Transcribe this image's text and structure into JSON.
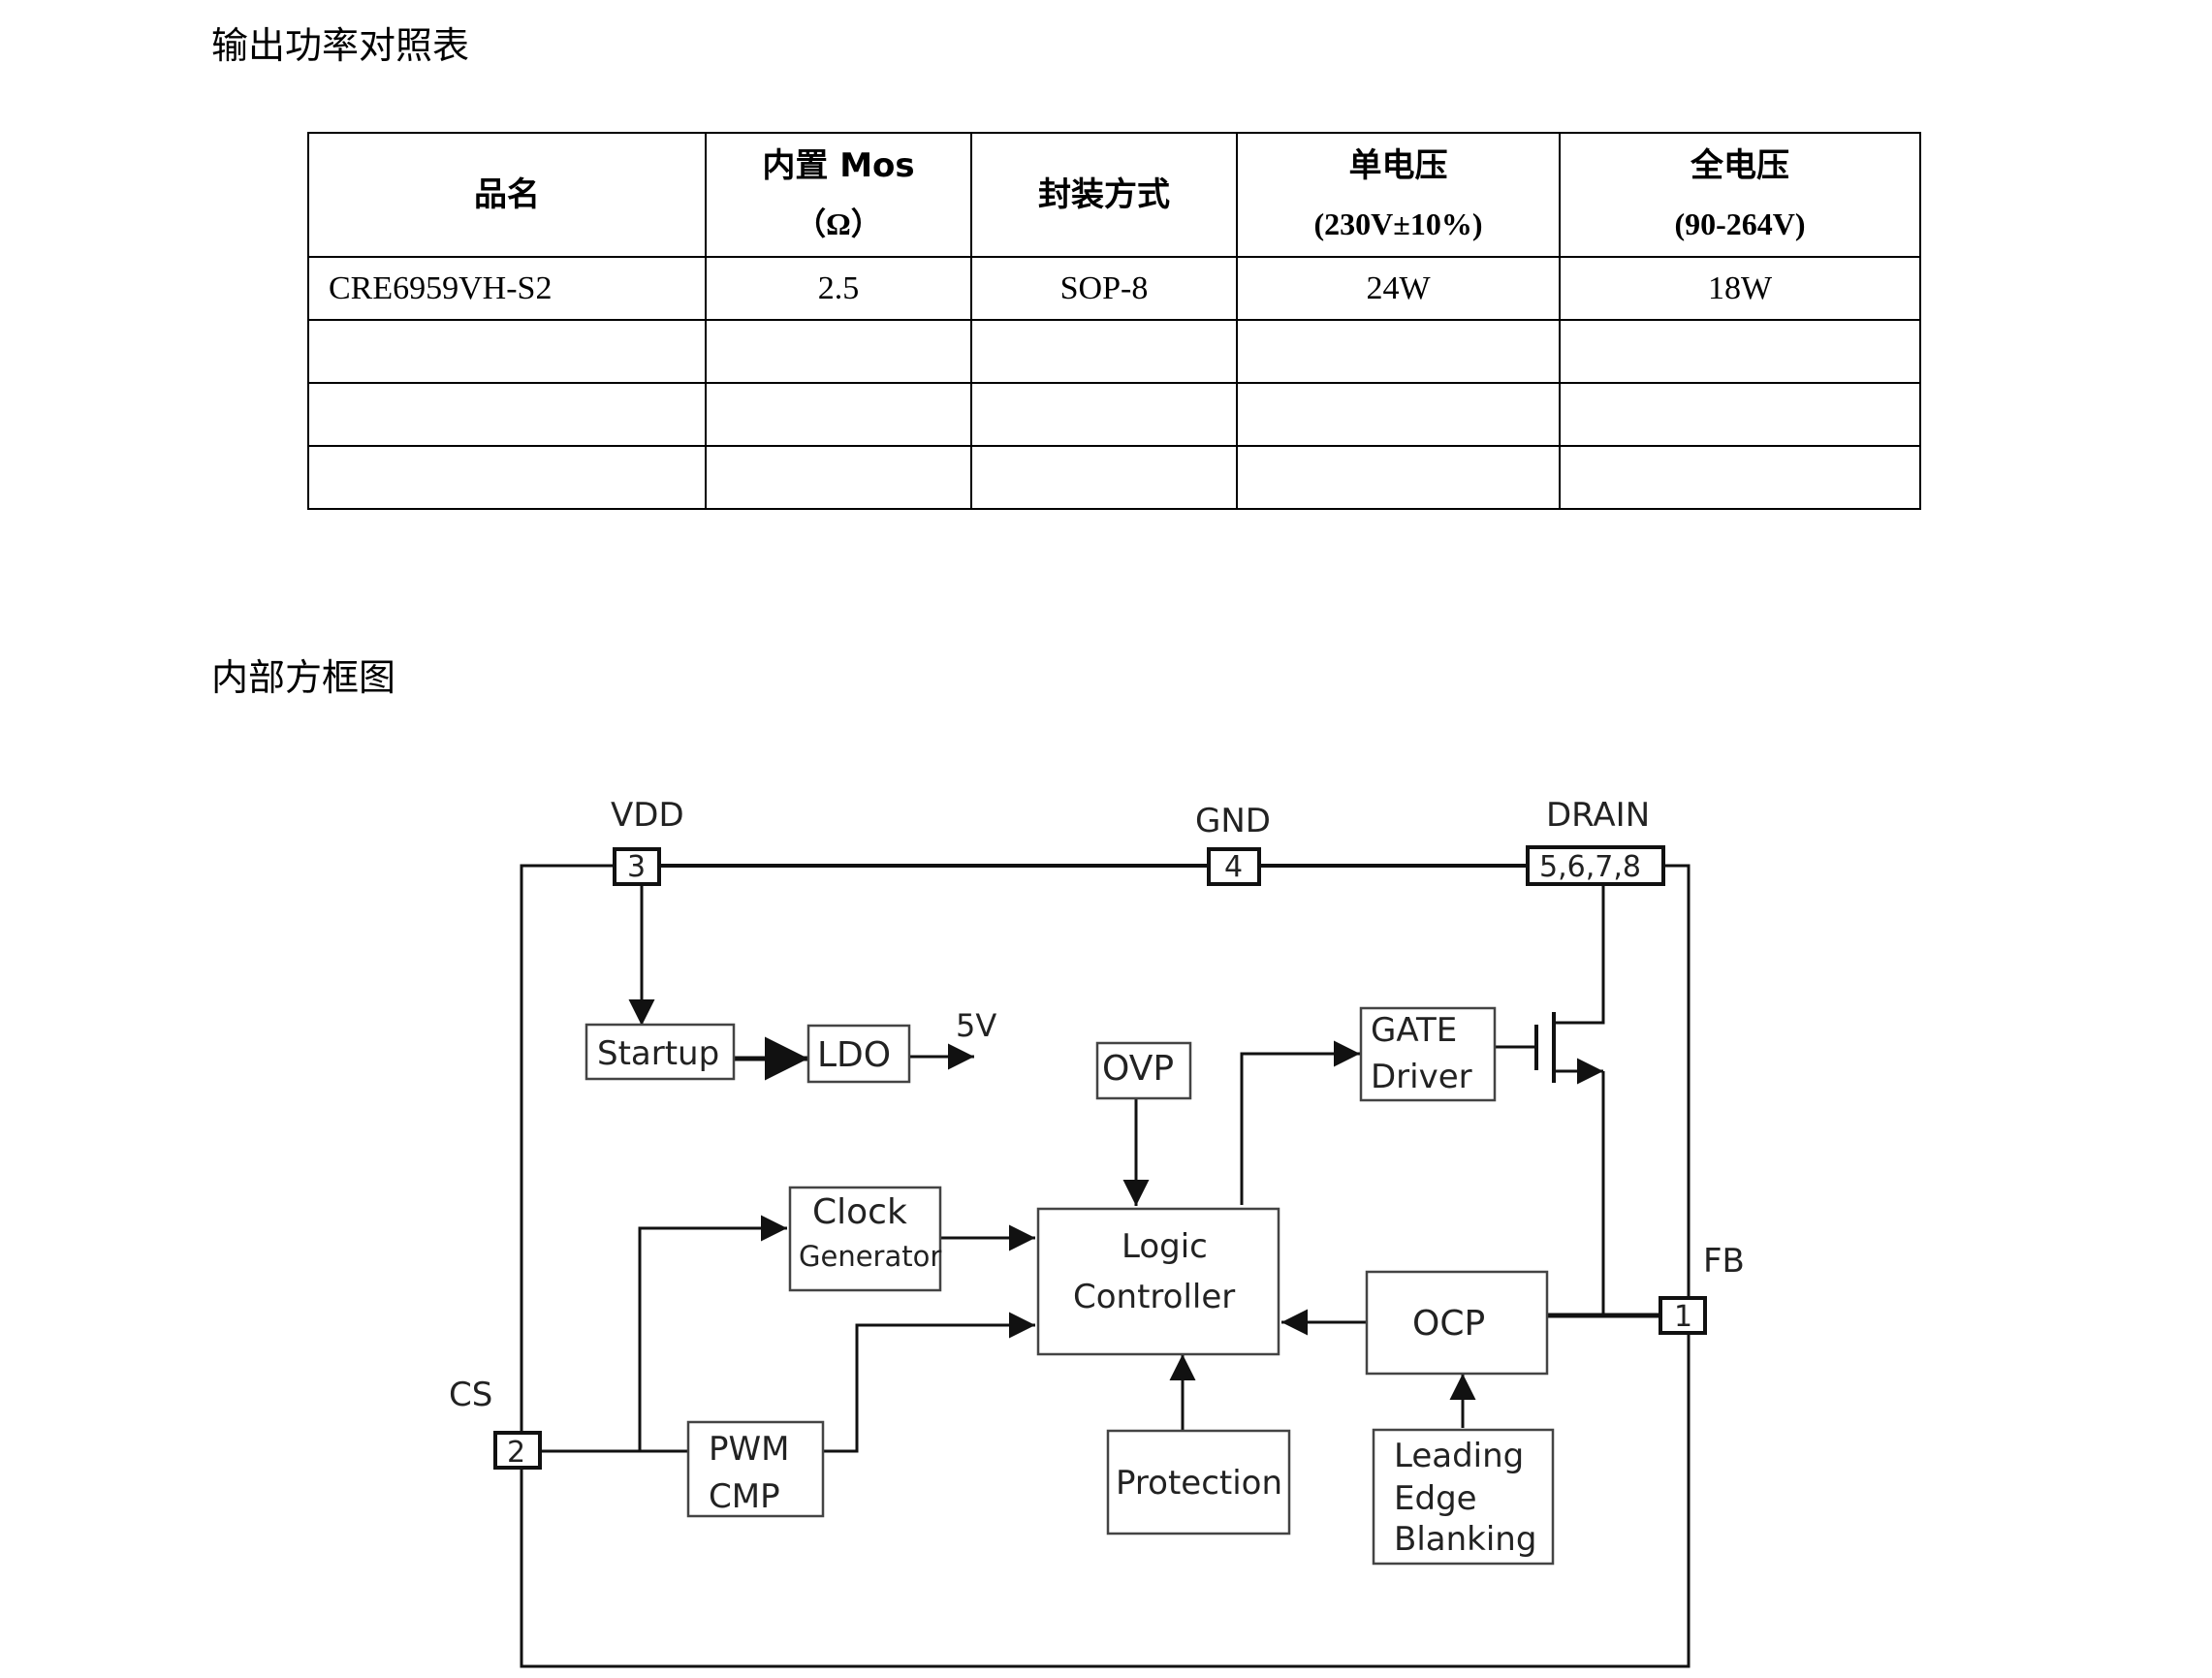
{
  "section1_title": "输出功率对照表",
  "section2_title": "内部方框图",
  "table": {
    "headers": [
      {
        "line1": "品名",
        "line2": ""
      },
      {
        "line1": "内置 Mos",
        "line2": "（Ω）"
      },
      {
        "line1": "封装方式",
        "line2": ""
      },
      {
        "line1": "单电压",
        "line2": "(230V±10%)"
      },
      {
        "line1": "全电压",
        "line2": "(90-264V)"
      }
    ],
    "rows": [
      [
        "CRE6959VH-S2",
        "2.5",
        "SOP-8",
        "24W",
        "18W"
      ],
      [
        "",
        "",
        "",
        "",
        ""
      ],
      [
        "",
        "",
        "",
        "",
        ""
      ],
      [
        "",
        "",
        "",
        "",
        ""
      ]
    ]
  },
  "diagram": {
    "pins": {
      "vdd_label": "VDD",
      "vdd_num": "3",
      "gnd_label": "GND",
      "gnd_num": "4",
      "drain_label": "DRAIN",
      "drain_num": "5,6,7,8",
      "fb_label": "FB",
      "fb_num": "1",
      "cs_label": "CS",
      "cs_num": "2"
    },
    "blocks": {
      "startup": "Startup",
      "ldo": "LDO",
      "ldo_out": "5V",
      "ovp": "OVP",
      "gate_line1": "GATE",
      "gate_line2": "Driver",
      "clock_line1": "Clock",
      "clock_line2": "Generator",
      "logic_line1": "Logic",
      "logic_line2": "Controller",
      "ocp": "OCP",
      "pwm_line1": "PWM",
      "pwm_line2": "CMP",
      "protection": "Protection",
      "leb_line1": "Leading",
      "leb_line2": "Edge",
      "leb_line3": "Blanking"
    }
  }
}
